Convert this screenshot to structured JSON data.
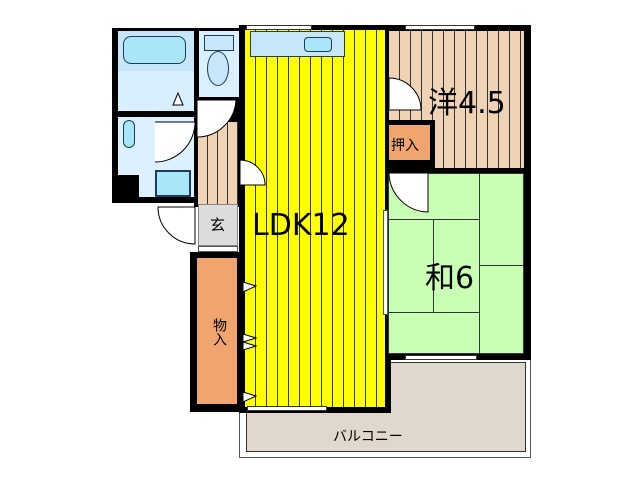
{
  "floorplan": {
    "rooms": [
      {
        "id": "ldk",
        "label": "LDK12",
        "color": "#ffff00"
      },
      {
        "id": "western",
        "label": "洋4.5",
        "color": "#f0d2b4"
      },
      {
        "id": "japanese",
        "label": "和6",
        "color": "#c8ffb4"
      },
      {
        "id": "oshiire",
        "label": "押入",
        "color": "#f0a56e"
      },
      {
        "id": "storage",
        "label": "物入",
        "color": "#f0a56e"
      },
      {
        "id": "entrance",
        "label": "玄",
        "color": "#dcdcdc"
      },
      {
        "id": "balcony",
        "label": "バルコニー",
        "color": "#e0d8cc"
      },
      {
        "id": "bath",
        "label": "",
        "color": "#c8e6fa"
      },
      {
        "id": "toilet",
        "label": "",
        "color": "#d8f0ff"
      },
      {
        "id": "washroom",
        "label": "",
        "color": "#dcf0ff"
      }
    ],
    "colors": {
      "wall": "#000000",
      "fixture": "#aae6fa",
      "fixture_outline": "#1e3c5a"
    }
  }
}
